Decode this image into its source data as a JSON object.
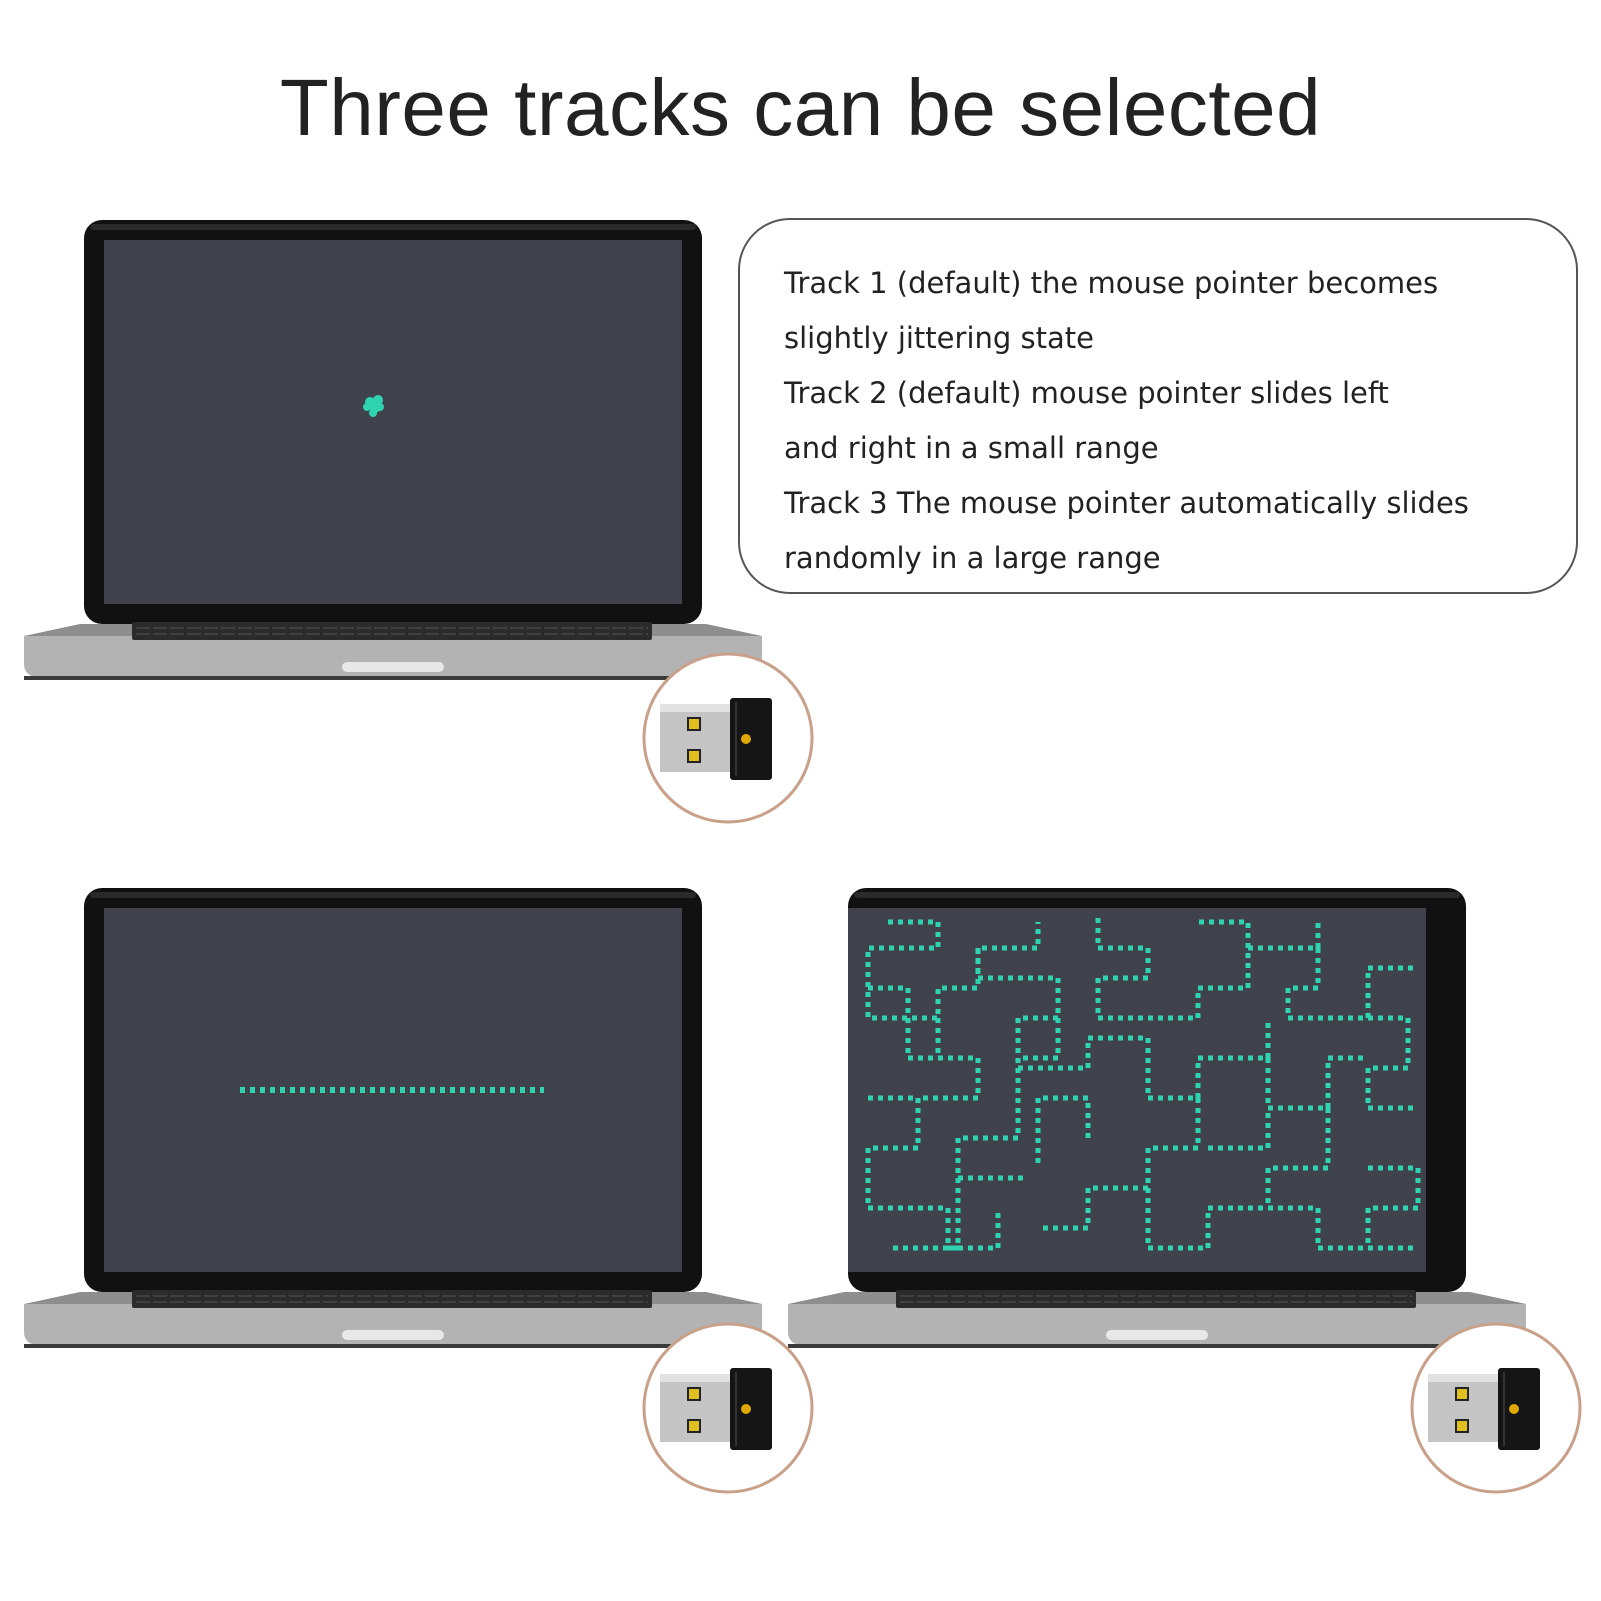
{
  "title": "Three tracks can be selected",
  "description": [
    "Track 1 (default) the mouse pointer becomes",
    "slightly jittering state",
    "Track 2 (default) mouse pointer slides left",
    "and right in a small range",
    "Track 3 The mouse pointer automatically slides",
    "randomly in a large range"
  ],
  "colors": {
    "screen": "#3f414b",
    "trail": "#2fd3b0",
    "bezel": "#111111",
    "chassis": "#a8a8a8",
    "dongle_ring": "#c9a08a",
    "led": "#e0a800"
  },
  "laptops": [
    {
      "track": 1,
      "trail": "jitter-dot"
    },
    {
      "track": 2,
      "trail": "horizontal-line"
    },
    {
      "track": 3,
      "trail": "random-maze"
    }
  ],
  "icons": [
    "laptop-icon",
    "usb-dongle-icon",
    "mouse-pointer-trail-icon"
  ]
}
